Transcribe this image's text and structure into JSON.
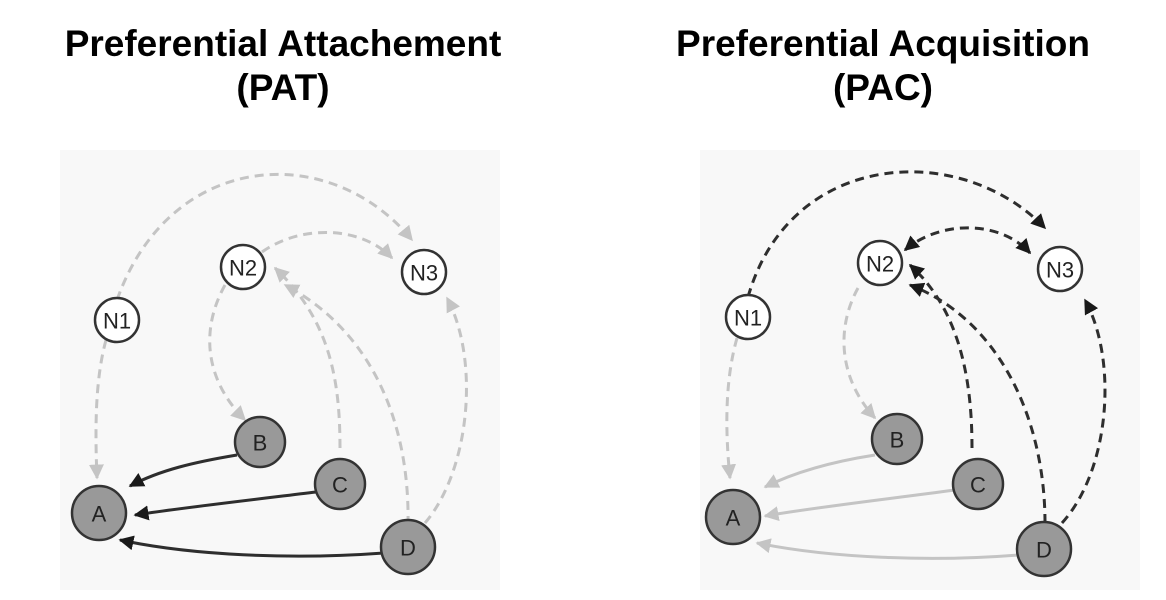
{
  "panels": [
    {
      "title_line1": "Preferential Attachement",
      "title_line2": "(PAT)",
      "nodes": {
        "N1": "N1",
        "N2": "N2",
        "N3": "N3",
        "A": "A",
        "B": "B",
        "C": "C",
        "D": "D"
      }
    },
    {
      "title_line1": "Preferential Acquisition",
      "title_line2": "(PAC)",
      "nodes": {
        "N1": "N1",
        "N2": "N2",
        "N3": "N3",
        "A": "A",
        "B": "B",
        "C": "C",
        "D": "D"
      }
    }
  ],
  "colors": {
    "new_node_fill": "#ffffff",
    "existing_node_fill": "#999999",
    "node_stroke": "#333333",
    "faded_edge": "#c4c4c4",
    "dark_edge": "#2e2e2e",
    "background_tint": "#f8f8f8"
  }
}
